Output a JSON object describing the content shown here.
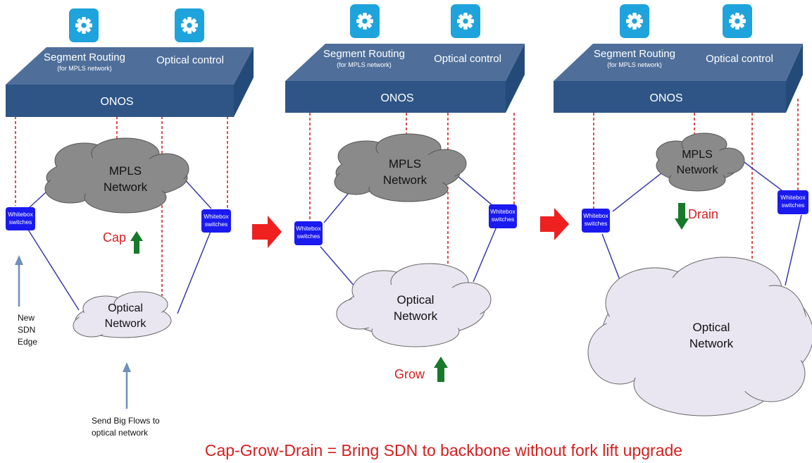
{
  "colors": {
    "platform_top": "#4f6f9a",
    "platform_front": "#2e5586",
    "platform_side": "#234a78",
    "app_icon": "#1ea3dc",
    "dashed_link": "#d01818",
    "link_line": "#3a3aa8",
    "mpls_cloud": "#8a8a8a",
    "optical_cloud": "#e9e6f1",
    "switch": "#1a1af0",
    "stage_arrow": "#ee2020",
    "green_arrow": "#177a2a",
    "blue_arrow": "#6f8fbe",
    "red_text": "#d42020"
  },
  "panels": [
    {
      "segment_routing": "Segment Routing",
      "segment_routing_sub": "(for MPLS network)",
      "optical_control": "Optical control",
      "onos": "ONOS",
      "mpls_line1": "MPLS",
      "mpls_line2": "Network",
      "optical_line1": "Optical",
      "optical_line2": "Network",
      "switch_left_line1": "Whitebox",
      "switch_left_line2": "switches",
      "switch_right_line1": "Whitebox",
      "switch_right_line2": "switches",
      "action_label": "Cap",
      "action_direction": "up"
    },
    {
      "segment_routing": "Segment Routing",
      "segment_routing_sub": "(for MPLS network)",
      "optical_control": "Optical control",
      "onos": "ONOS",
      "mpls_line1": "MPLS",
      "mpls_line2": "Network",
      "optical_line1": "Optical",
      "optical_line2": "Network",
      "switch_left_line1": "Whitebox",
      "switch_left_line2": "switches",
      "switch_right_line1": "Whitebox",
      "switch_right_line2": "switches",
      "action_label": "Grow",
      "action_direction": "up"
    },
    {
      "segment_routing": "Segment Routing",
      "segment_routing_sub": "(for MPLS network)",
      "optical_control": "Optical control",
      "onos": "ONOS",
      "mpls_line1": "MPLS",
      "mpls_line2": "Network",
      "optical_line1": "Optical",
      "optical_line2": "Network",
      "switch_left_line1": "Whitebox",
      "switch_left_line2": "switches",
      "switch_right_line1": "Whitebox",
      "switch_right_line2": "switches",
      "action_label": "Drain",
      "action_direction": "down"
    }
  ],
  "annotations": {
    "edge_line1": "New",
    "edge_line2": "SDN",
    "edge_line3": "Edge",
    "flows_line1": "Send Big Flows to",
    "flows_line2": "optical network"
  },
  "caption": "Cap-Grow-Drain = Bring SDN to backbone without fork lift upgrade"
}
